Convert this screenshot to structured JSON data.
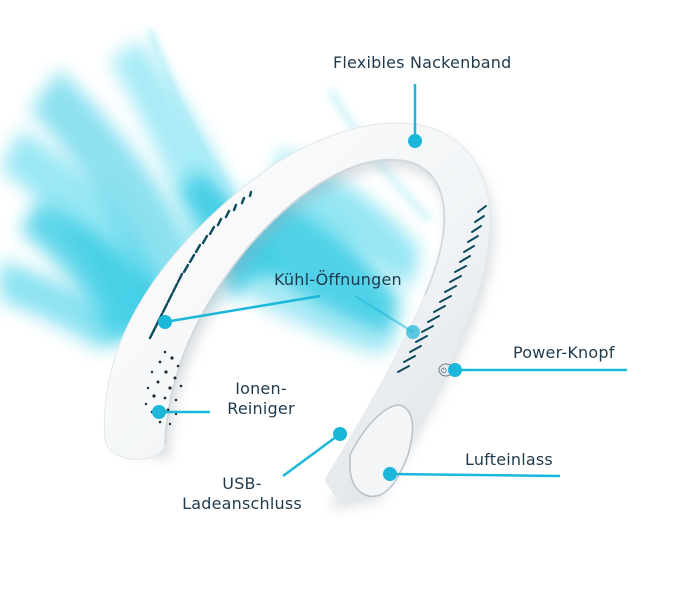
{
  "figure": {
    "subject": "Neckband fan (Nackenventilator)",
    "accent_color": "#1bb7d9",
    "text_color": "#1f3a4d",
    "airflow_color": "#35d0ea"
  },
  "callouts": [
    {
      "id": "neckband",
      "label": "Flexibles Nackenband",
      "dot": [
        415,
        141
      ],
      "line_end": [
        415,
        84
      ]
    },
    {
      "id": "vents",
      "label": "Kühl-Öffnungen",
      "dot": [
        165,
        322
      ],
      "line_end": [
        320,
        296
      ],
      "dot2": [
        413,
        332
      ]
    },
    {
      "id": "ionizer",
      "label_lines": [
        "Ionen-",
        "Reiniger"
      ],
      "dot": [
        159,
        412
      ],
      "line_end": [
        210,
        412
      ]
    },
    {
      "id": "power",
      "label": "Power-Knopf",
      "dot": [
        455,
        370
      ],
      "line_end": [
        627,
        370
      ]
    },
    {
      "id": "usb",
      "label_lines": [
        "USB-",
        "Ladeanschluss"
      ],
      "dot": [
        340,
        434
      ],
      "line_end": [
        283,
        476
      ]
    },
    {
      "id": "intake",
      "label": "Lufteinlass",
      "dot": [
        390,
        474
      ],
      "line_end": [
        560,
        476
      ]
    }
  ]
}
